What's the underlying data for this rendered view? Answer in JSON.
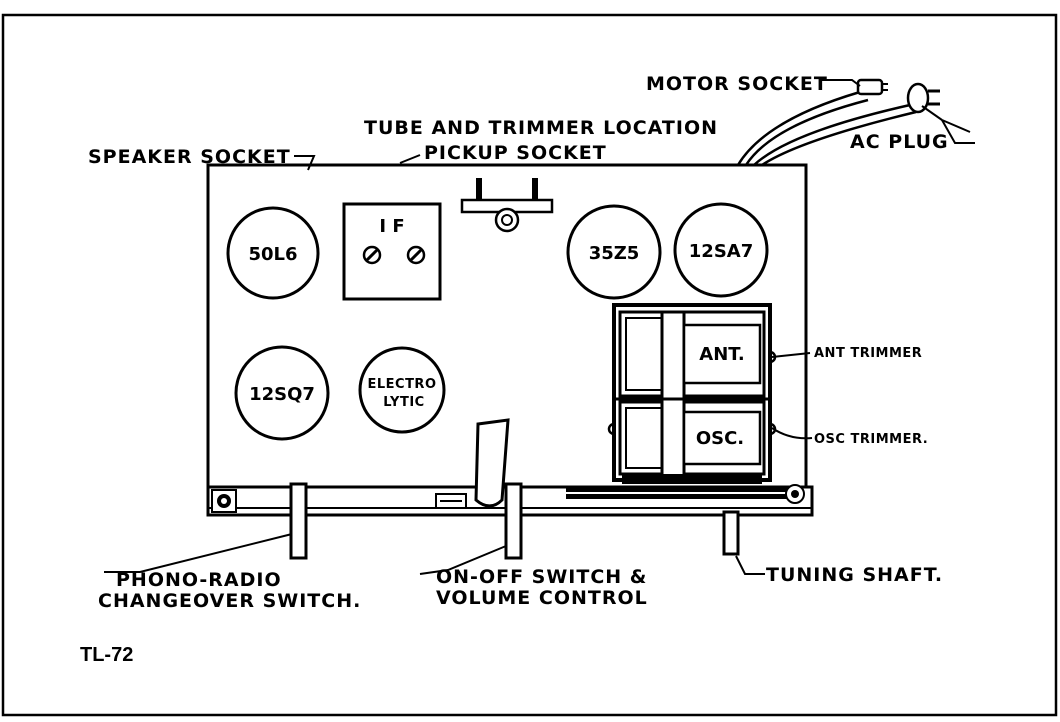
{
  "figure_id": "TL-72",
  "labels": {
    "motor_socket": "MOTOR SOCKET",
    "ac_plug": "AC PLUG",
    "tube_trimmer_location": "TUBE AND TRIMMER LOCATION",
    "speaker_socket": "SPEAKER SOCKET",
    "pickup_socket": "PICKUP SOCKET",
    "ant_trimmer": "ANT TRIMMER",
    "osc_trimmer": "OSC TRIMMER.",
    "phono_radio_line1": "PHONO-RADIO",
    "phono_radio_line2": "CHANGEOVER SWITCH.",
    "on_off_line1": "ON-OFF SWITCH &",
    "on_off_line2": "VOLUME CONTROL",
    "tuning_shaft": "TUNING SHAFT."
  },
  "components": {
    "tube_50l6": "50L6",
    "if_transformer": "I F",
    "tube_35z5": "35Z5",
    "tube_12sa7": "12SA7",
    "tube_12sq7": "12SQ7",
    "electrolytic_line1": "ELECTRO",
    "electrolytic_line2": "LYTIC",
    "ant_coil": "ANT.",
    "osc_coil": "OSC."
  }
}
